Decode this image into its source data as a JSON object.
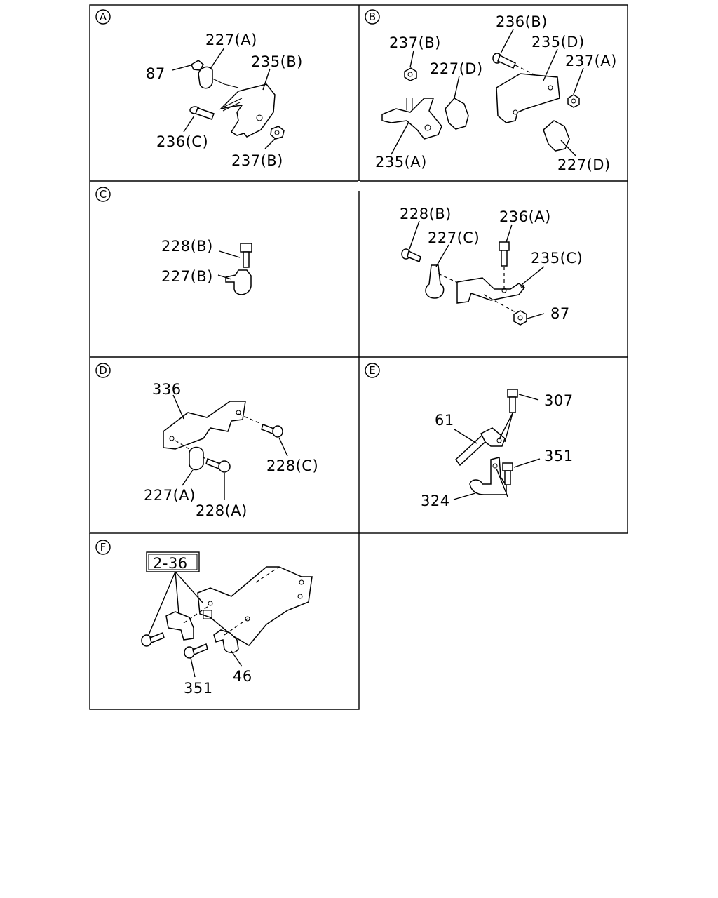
{
  "sections": {
    "A": {
      "marker": "A",
      "labels": [
        "227(A)",
        "87",
        "235(B)",
        "236(C)",
        "237(B)"
      ]
    },
    "B": {
      "marker": "B",
      "labels": [
        "236(B)",
        "237(B)",
        "235(D)",
        "227(D)",
        "237(A)",
        "235(A)",
        "227(D)"
      ]
    },
    "C": {
      "marker": "C",
      "labels": [
        "228(B)",
        "227(B)"
      ]
    },
    "C2": {
      "labels": [
        "228(B)",
        "236(A)",
        "227(C)",
        "235(C)",
        "87"
      ]
    },
    "D": {
      "marker": "D",
      "labels": [
        "336",
        "228(C)",
        "227(A)",
        "228(A)"
      ]
    },
    "E": {
      "marker": "E",
      "labels": [
        "307",
        "61",
        "351",
        "324"
      ]
    },
    "F": {
      "marker": "F",
      "ref_box": "2-36",
      "labels": [
        "351",
        "46"
      ]
    }
  }
}
